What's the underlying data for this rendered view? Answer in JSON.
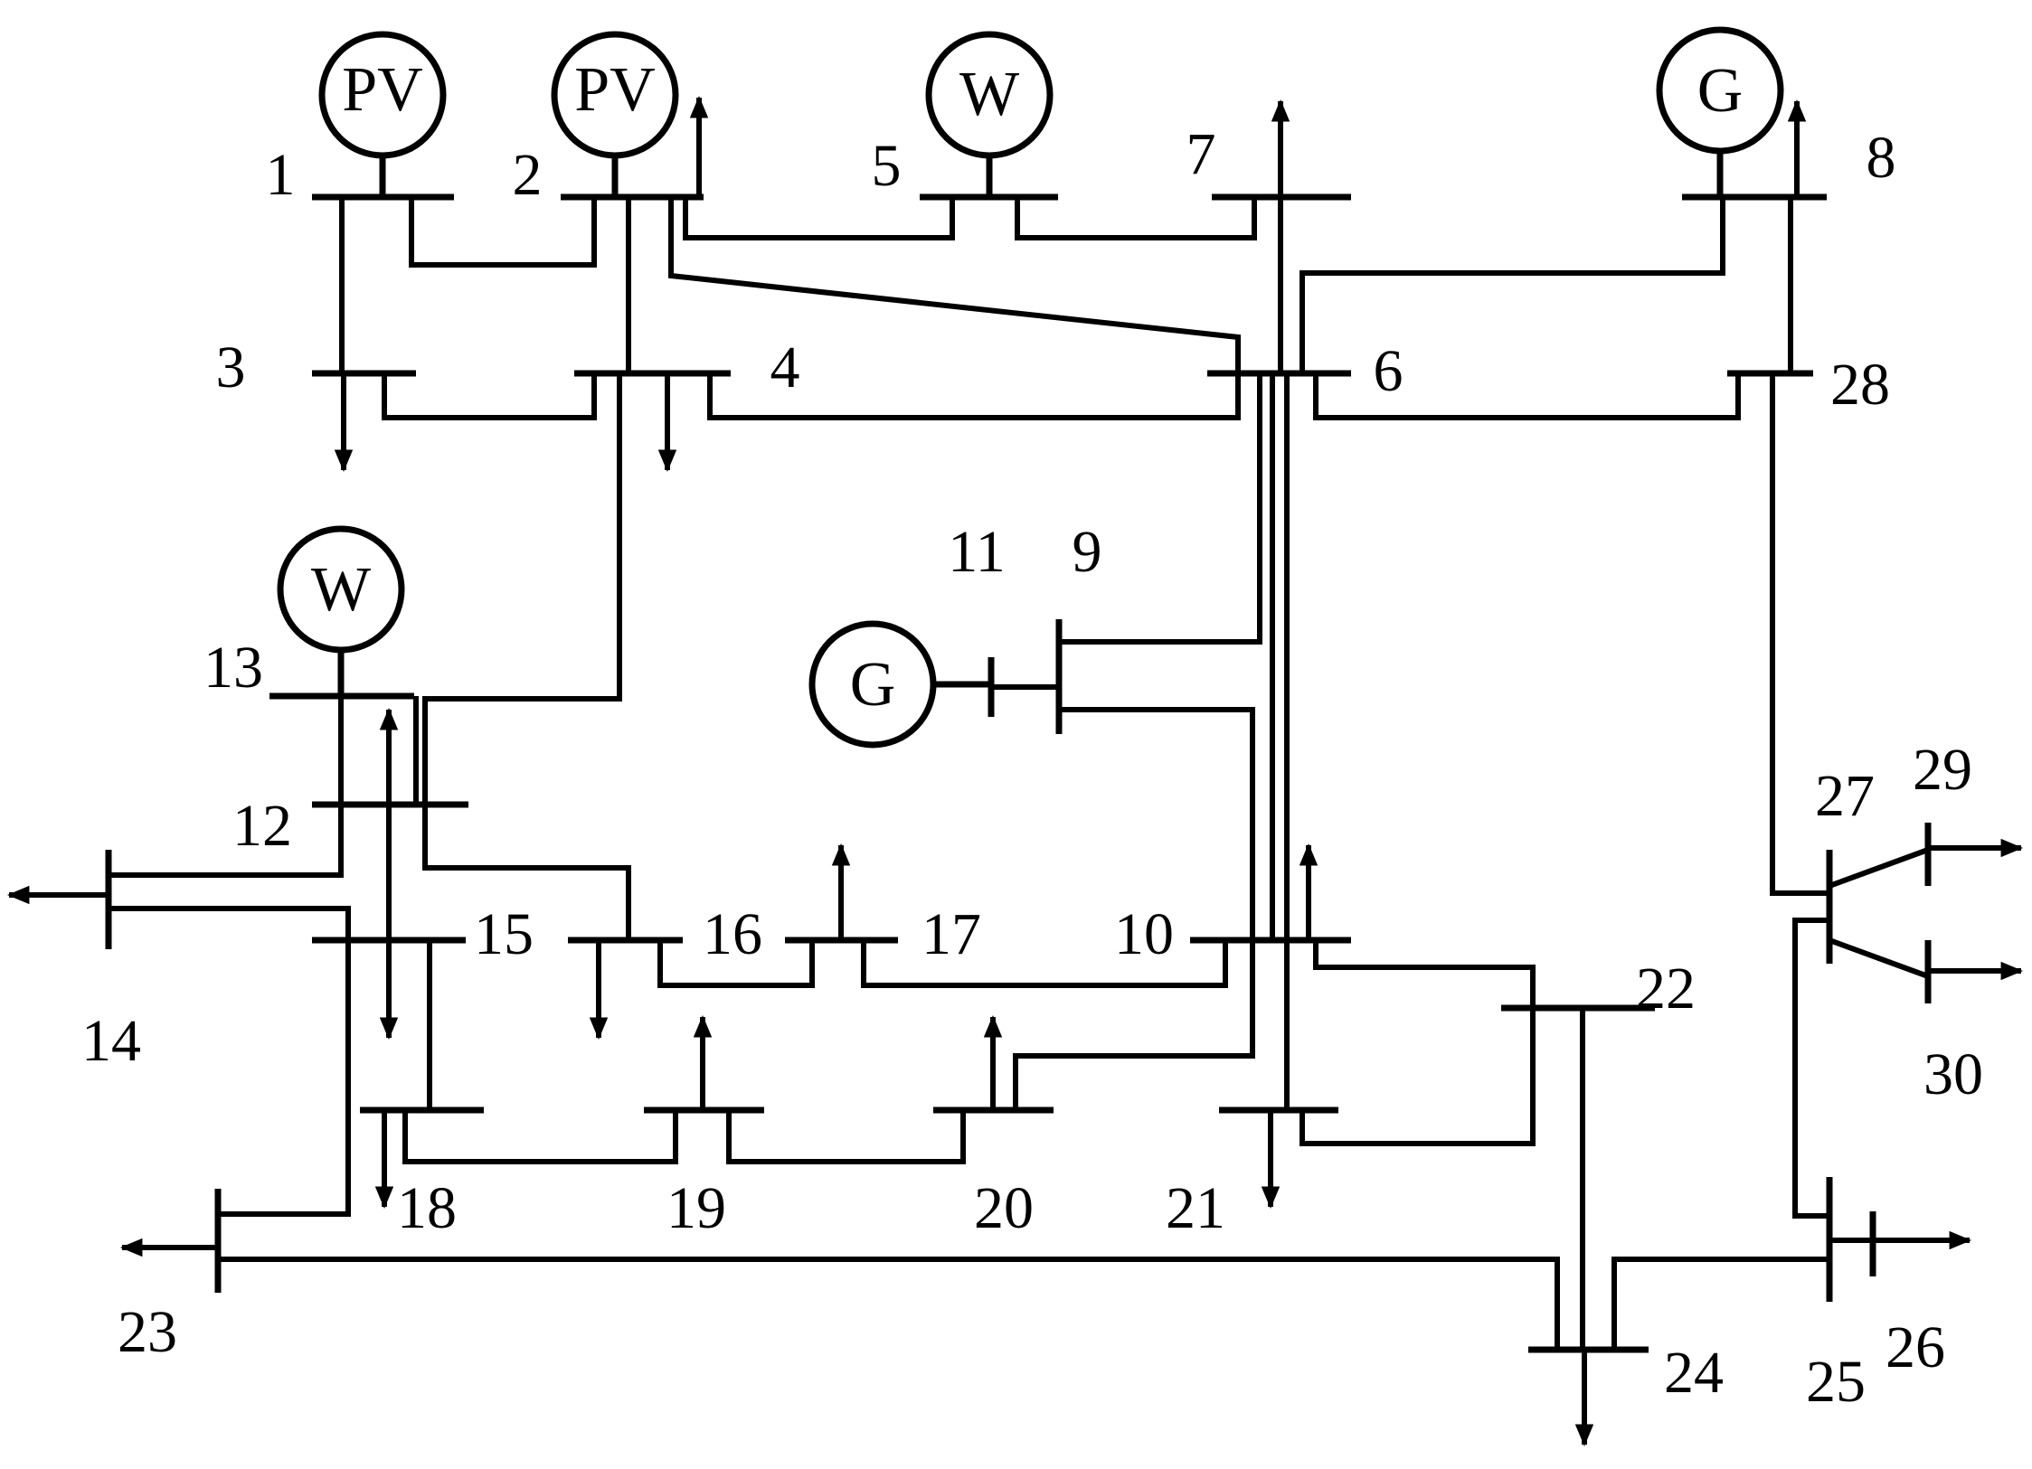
{
  "generators": [
    {
      "id": "gen-bus1",
      "label": "PV",
      "type": "pv",
      "bus": "1"
    },
    {
      "id": "gen-bus2",
      "label": "PV",
      "type": "pv",
      "bus": "2"
    },
    {
      "id": "gen-bus5",
      "label": "W",
      "type": "wind",
      "bus": "5"
    },
    {
      "id": "gen-bus8",
      "label": "G",
      "type": "conventional",
      "bus": "8"
    },
    {
      "id": "gen-bus13",
      "label": "W",
      "type": "wind",
      "bus": "13"
    },
    {
      "id": "gen-bus11",
      "label": "G",
      "type": "conventional",
      "bus": "11"
    }
  ],
  "buses": [
    {
      "id": "1",
      "label": "1"
    },
    {
      "id": "2",
      "label": "2"
    },
    {
      "id": "3",
      "label": "3"
    },
    {
      "id": "4",
      "label": "4"
    },
    {
      "id": "5",
      "label": "5"
    },
    {
      "id": "6",
      "label": "6"
    },
    {
      "id": "7",
      "label": "7"
    },
    {
      "id": "8",
      "label": "8"
    },
    {
      "id": "9",
      "label": "9"
    },
    {
      "id": "10",
      "label": "10"
    },
    {
      "id": "11",
      "label": "11"
    },
    {
      "id": "12",
      "label": "12"
    },
    {
      "id": "13",
      "label": "13"
    },
    {
      "id": "14",
      "label": "14"
    },
    {
      "id": "15",
      "label": "15"
    },
    {
      "id": "16",
      "label": "16"
    },
    {
      "id": "17",
      "label": "17"
    },
    {
      "id": "18",
      "label": "18"
    },
    {
      "id": "19",
      "label": "19"
    },
    {
      "id": "20",
      "label": "20"
    },
    {
      "id": "21",
      "label": "21"
    },
    {
      "id": "22",
      "label": "22"
    },
    {
      "id": "23",
      "label": "23"
    },
    {
      "id": "24",
      "label": "24"
    },
    {
      "id": "25",
      "label": "25"
    },
    {
      "id": "26",
      "label": "26"
    },
    {
      "id": "27",
      "label": "27"
    },
    {
      "id": "28",
      "label": "28"
    },
    {
      "id": "29",
      "label": "29"
    },
    {
      "id": "30",
      "label": "30"
    }
  ],
  "branches": [
    [
      "1",
      "2"
    ],
    [
      "1",
      "3"
    ],
    [
      "2",
      "4"
    ],
    [
      "2",
      "5"
    ],
    [
      "2",
      "6"
    ],
    [
      "3",
      "4"
    ],
    [
      "4",
      "6"
    ],
    [
      "4",
      "12"
    ],
    [
      "5",
      "7"
    ],
    [
      "6",
      "7"
    ],
    [
      "6",
      "8"
    ],
    [
      "6",
      "9"
    ],
    [
      "6",
      "10"
    ],
    [
      "6",
      "28"
    ],
    [
      "8",
      "28"
    ],
    [
      "9",
      "10"
    ],
    [
      "9",
      "11"
    ],
    [
      "10",
      "17"
    ],
    [
      "10",
      "20"
    ],
    [
      "10",
      "21"
    ],
    [
      "10",
      "22"
    ],
    [
      "12",
      "13"
    ],
    [
      "12",
      "14"
    ],
    [
      "12",
      "15"
    ],
    [
      "12",
      "16"
    ],
    [
      "14",
      "15"
    ],
    [
      "15",
      "18"
    ],
    [
      "15",
      "23"
    ],
    [
      "16",
      "17"
    ],
    [
      "18",
      "19"
    ],
    [
      "19",
      "20"
    ],
    [
      "21",
      "22"
    ],
    [
      "22",
      "24"
    ],
    [
      "23",
      "24"
    ],
    [
      "24",
      "25"
    ],
    [
      "25",
      "26"
    ],
    [
      "25",
      "27"
    ],
    [
      "27",
      "28"
    ],
    [
      "27",
      "29"
    ],
    [
      "27",
      "30"
    ]
  ],
  "loads": [
    "2",
    "3",
    "4",
    "7",
    "8",
    "10",
    "12",
    "14",
    "15",
    "16",
    "17",
    "18",
    "19",
    "20",
    "21",
    "23",
    "24",
    "26",
    "29",
    "30"
  ],
  "colors": {
    "line": "#000000",
    "background": "#ffffff"
  }
}
